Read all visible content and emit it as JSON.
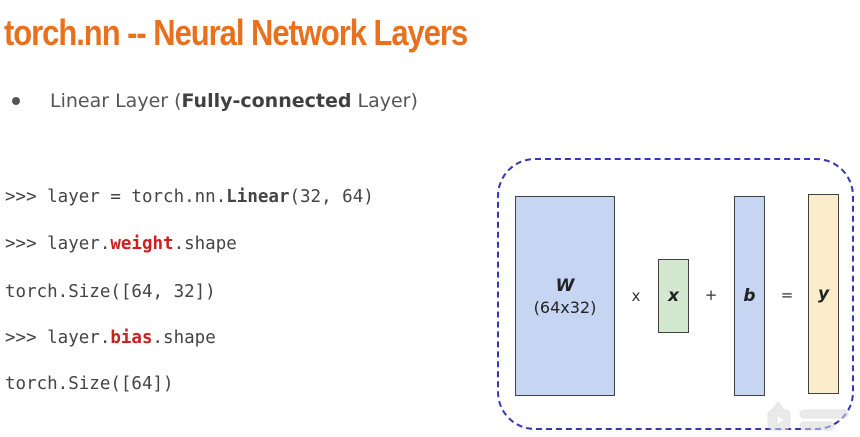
{
  "slide": {
    "title": "torch.nn -- Neural Network Layers",
    "bullet": {
      "prefix": "Linear Layer (",
      "bold": "Fully-connected",
      "suffix": " Layer)"
    }
  },
  "code_lines": [
    {
      "id": "line1",
      "parts": [
        {
          "text": ">>> layer = torch.nn."
        },
        {
          "text": "Linear",
          "style": "kw"
        },
        {
          "text": "(32, 64)"
        }
      ]
    },
    {
      "id": "line2",
      "parts": [
        {
          "text": ">>> layer."
        },
        {
          "text": "weight",
          "style": "hl"
        },
        {
          "text": ".shape"
        }
      ]
    },
    {
      "id": "line3",
      "parts": [
        {
          "text": "torch.Size([64, 32])"
        }
      ]
    },
    {
      "id": "line4",
      "parts": [
        {
          "text": ">>> layer."
        },
        {
          "text": "bias",
          "style": "hl"
        },
        {
          "text": ".shape"
        }
      ]
    },
    {
      "id": "line5",
      "parts": [
        {
          "text": "torch.Size([64])"
        }
      ]
    }
  ],
  "diagram": {
    "W": {
      "symbol": "W",
      "dims": "(64x32)"
    },
    "x": {
      "symbol": "x"
    },
    "b": {
      "symbol": "b"
    },
    "y": {
      "symbol": "y"
    },
    "ops": {
      "times": "x",
      "plus": "+",
      "equals": "="
    },
    "colors": {
      "W": "#c6d6f2",
      "x": "#d4e8cf",
      "b": "#c6d6f2",
      "y": "#fbeccb",
      "frame": "#3437b8"
    }
  },
  "theme": {
    "title_color": "#e8711f",
    "highlight_color": "#cc1f1f"
  }
}
